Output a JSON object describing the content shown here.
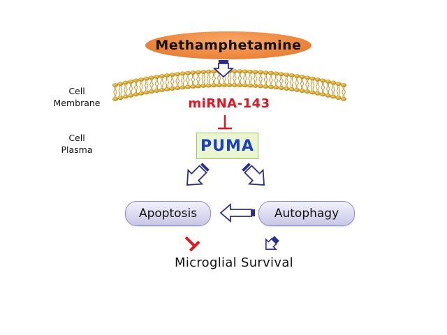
{
  "diagram": {
    "stimulus": "Methamphetamine",
    "side_labels": {
      "membrane": [
        "Cell",
        "Membrane"
      ],
      "plasma": [
        "Cell",
        "Plasma"
      ]
    },
    "mirna": "miRNA-143",
    "target": "PUMA",
    "processes": {
      "left": "Apoptosis",
      "right": "Autophagy"
    },
    "outcome": "Microglial Survival",
    "colors": {
      "stimulus_fill": "#ee8a3e",
      "mirna_text": "#e5141e",
      "inhibition": "#e5141e",
      "target_fill": "#e9f6cf",
      "target_text": "#1a3fc4",
      "arrow_stroke": "#2a2f8f",
      "membrane": "#d4a21c"
    },
    "relations": [
      {
        "from": "Methamphetamine",
        "to": "Cell Membrane",
        "type": "activates"
      },
      {
        "from": "miRNA-143",
        "to": "PUMA",
        "type": "inhibits"
      },
      {
        "from": "PUMA",
        "to": "Apoptosis",
        "type": "activates"
      },
      {
        "from": "PUMA",
        "to": "Autophagy",
        "type": "activates"
      },
      {
        "from": "Autophagy",
        "to": "Apoptosis",
        "type": "activates"
      },
      {
        "from": "Apoptosis",
        "to": "Microglial Survival",
        "type": "inhibits"
      },
      {
        "from": "Autophagy",
        "to": "Microglial Survival",
        "type": "activates"
      }
    ]
  }
}
